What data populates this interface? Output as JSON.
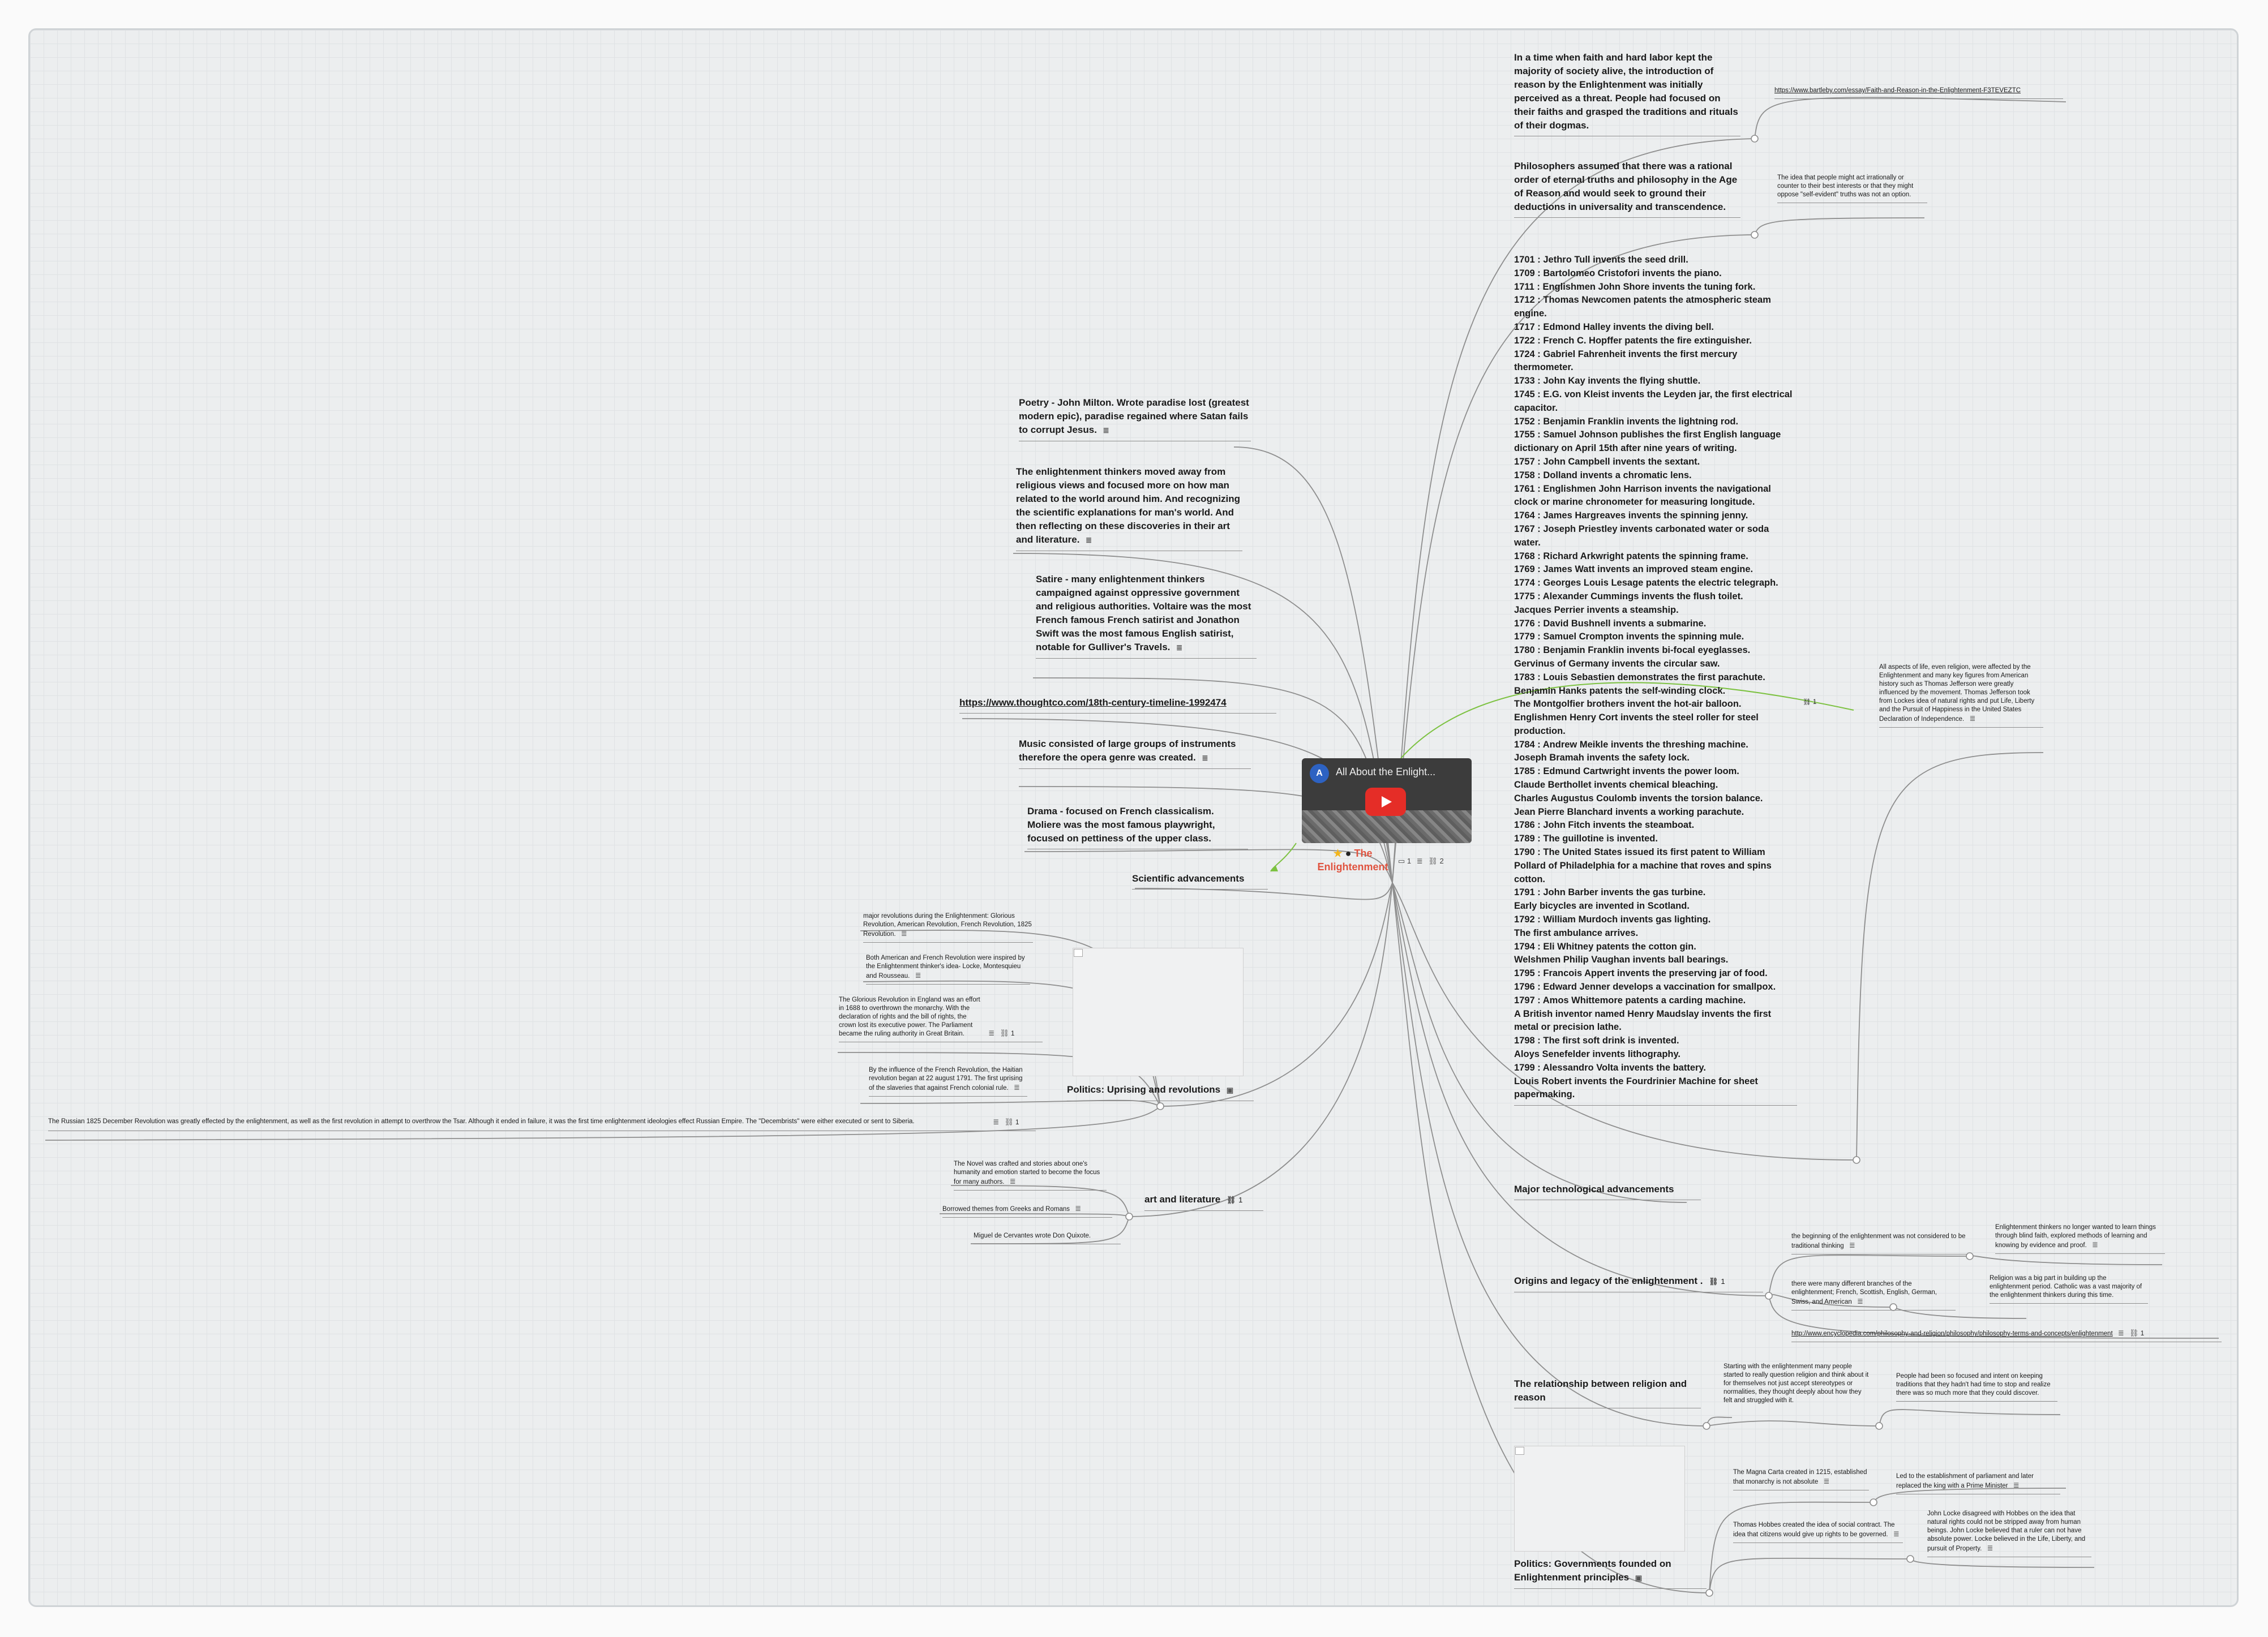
{
  "root": {
    "title_line1": "The",
    "title_line2": "Enlightenment",
    "icons": [
      "star-icon",
      "apple-icon"
    ],
    "comment_count": "1",
    "link_count": "2",
    "video": {
      "title": "All About the Enlight...",
      "channel_initial": "A"
    }
  },
  "right": {
    "faith": {
      "text": "In a time when faith and hard labor kept the majority of society alive, the introduction of reason by the Enlightenment was initially perceived as a threat. People had focused on their faiths and grasped the traditions and rituals of their dogmas.",
      "link": "https://www.bartleby.com/essay/Faith-and-Reason-in-the-Enlightenment-F3TEVEZTC"
    },
    "philosophers": {
      "text": "Philosophers assumed that there was a rational order of eternal truths and philosophy in the Age of Reason and would seek to ground their deductions in universality and transcendence.",
      "child": "The idea that people might act irrationally or counter to their best interests or that they might oppose \"self-evident\" truths was not an option."
    },
    "timeline": {
      "text": "1701 : Jethro Tull invents the seed drill.\n1709 : Bartolomeo Cristofori invents the piano.\n1711 : Englishmen John Shore invents the tuning fork.\n1712 : Thomas Newcomen patents the atmospheric steam engine.\n1717 : Edmond Halley invents the diving bell.\n1722 : French C. Hopffer patents the fire extinguisher.\n1724 : Gabriel Fahrenheit invents the first mercury thermometer.\n1733 : John Kay invents the flying shuttle.\n1745 : E.G. von Kleist invents the Leyden jar, the first electrical capacitor.\n1752 : Benjamin Franklin invents the lightning rod.\n1755 : Samuel Johnson publishes the first English language dictionary on April 15th after nine years of writing.\n1757 : John Campbell invents the sextant.\n1758 : Dolland invents a chromatic lens.\n1761 : Englishmen John Harrison invents the navigational clock or marine chronometer for measuring longitude.\n1764 : James Hargreaves invents the spinning jenny.\n1767 : Joseph Priestley invents carbonated water or soda water.\n1768 : Richard Arkwright patents the spinning frame.\n1769 : James Watt invents an improved steam engine.\n1774 : Georges Louis Lesage patents the electric telegraph.\n1775 : Alexander Cummings invents the flush toilet.\nJacques Perrier invents a steamship.\n1776 : David Bushnell invents a submarine.\n1779 : Samuel Crompton invents the spinning mule.\n1780 : Benjamin Franklin invents bi-focal eyeglasses.\nGervinus of Germany invents the circular saw.\n1783 : Louis Sebastien demonstrates the first parachute.\nBenjamin Hanks patents the self-winding clock.\nThe Montgolfier brothers invent the hot-air balloon.\nEnglishmen Henry Cort invents the steel roller for steel production.\n1784 : Andrew Meikle invents the threshing machine.\nJoseph Bramah invents the safety lock.\n1785 : Edmund Cartwright invents the power loom.\nClaude Berthollet invents chemical bleaching.\nCharles Augustus Coulomb invents the torsion balance.\nJean Pierre Blanchard invents a working parachute.\n1786 : John Fitch invents the steamboat.\n1789 : The guillotine is invented.\n1790 : The United States issued its first patent to William Pollard of Philadelphia for a machine that roves and spins cotton.\n1791 : John Barber invents the gas turbine.\nEarly bicycles are invented in Scotland.\n1792 : William Murdoch invents gas lighting.\nThe first ambulance arrives.\n1794 : Eli Whitney patents the cotton gin.\nWelshmen Philip Vaughan invents ball bearings.\n1795 : Francois Appert invents the preserving jar of food.\n1796 : Edward Jenner develops a vaccination for smallpox.\n1797 : Amos Whittemore patents a carding machine.\nA British inventor named Henry Maudslay invents the first metal or precision lathe.\n1798 : The first soft drink is invented.\nAloys Senefelder invents lithography.\n1799 : Alessandro Volta invents the battery.\nLouis Robert invents the Fourdrinier Machine for sheet papermaking.",
      "link_count": "1",
      "child": "All aspects of life, even religion, were affected by the Enlightenment and many key figures from American history such as Thomas Jefferson were greatly influenced by the movement. Thomas Jefferson took from Lockes idea of natural rights and put Life, Liberty and the Pursuit of Happiness in the United States Declaration of Independence."
    },
    "major_tech": "Major technological advancements",
    "origins": {
      "label": "Origins and legacy of the enlightenment .",
      "link_count": "1",
      "c1": "the beginning of the enlightenment was not considered to be traditional thinking",
      "c1a": "Enlightenment thinkers no longer wanted to learn things through blind faith, explored methods of learning and knowing  by evidence and proof.",
      "c2": "there were many different branches of the enlightenment; French, Scottish, English, German, Swiss, and American",
      "c2a": "Religion was a big part in building up the enlightenment period. Catholic was a vast majority of the enlightenment thinkers during this time.",
      "c3": "http://www.encyclopedia.com/philosophy-and-religion/philosophy/philosophy-terms-and-concepts/enlightenment",
      "c3_link_count": "1"
    },
    "religion": {
      "label": "The relationship between religion and reason",
      "c1": "Starting with the enlightenment many people started to really question religion and think about it for themselves not just accept stereotypes or normalities, they thought deeply about how they felt and struggled with it.",
      "c1a": "People had been so focused and intent on keeping traditions that they hadn't had time to stop and realize there was so much more that they could discover."
    },
    "gov": {
      "label": "Politics: Governments founded on Enlightenment principles",
      "c1": "The Magna Carta created in 1215, established that monarchy is not absolute",
      "c1a": "Led to the establishment of parliament and later replaced the king with a Prime Minister",
      "c2": "Thomas Hobbes created the idea of social contract. The idea that citizens would give up rights to be governed.",
      "c2a": "John Locke disagreed with Hobbes on the idea that natural rights could not be stripped away from human beings. John Locke believed that a ruler can not have absolute power. Locke believed in the Life, Liberty, and pursuit of Property."
    }
  },
  "left": {
    "poetry": "Poetry - John Milton. Wrote paradise lost (greatest modern epic), paradise regained where Satan fails to corrupt Jesus.",
    "thinkers": "The enlightenment thinkers moved away from religious views and focused more on how man related to the world around him. And recognizing the scientific explanations for man's world. And then reflecting on these discoveries in their art and literature.",
    "satire": "Satire - many enlightenment thinkers campaigned against oppressive government and religious authorities. Voltaire was the most French famous French satirist and Jonathon Swift was the most famous English satirist, notable for Gulliver's Travels.",
    "url": "https://www.thoughtco.com/18th-century-timeline-1992474",
    "music": "Music consisted of large groups of instruments therefore the opera genre was created.",
    "drama": "Drama - focused on French classicalism. Moliere was the most famous playwright, focused on pettiness of the upper class.",
    "science": "Scientific advancements",
    "politics": {
      "label": "Politics: Uprising and revolutions",
      "c1": "major revolutions during the Enlightenment: Glorious Revolution, American Revolution, French Revolution, 1825 Revolution.",
      "c2": "Both American and French Revolution were inspired by the Enlightenment thinker's idea- Locke, Montesquieu and Rousseau.",
      "c3": "The Glorious Revolution in England was an effort in 1688 to overthrown the monarchy. With the declaration of rights and the bill of rights, the crown lost its executive power. The Parliament became the ruling authority in Great Britain.",
      "c3_link_count": "1",
      "c4": "By the influence of the French Revolution, the Haitian revolution began at 22 august 1791. The first uprising of the slaveries that against French colonial rule.",
      "c5": "The Russian 1825 December Revolution was greatly effected by the enlightenment, as well as the first revolution in attempt to overthrow the Tsar.  Although it ended in failure, it was the first time enlightenment ideologies effect Russian Empire.  The \"Decembrists\" were either executed or sent to Siberia.",
      "c5_link_count": "1"
    },
    "art": {
      "label": "art and literature",
      "link_count": "1",
      "c1": "The Novel was crafted and stories about one's humanity and emotion started to become the focus for many authors.",
      "c2": "Borrowed themes from Greeks and Romans",
      "c3": "Miguel de Cervantes wrote Don Quixote."
    }
  },
  "colors": {
    "root_title": "#e0533f",
    "connector": "#8e8e8e",
    "relation": "#7dc242"
  }
}
